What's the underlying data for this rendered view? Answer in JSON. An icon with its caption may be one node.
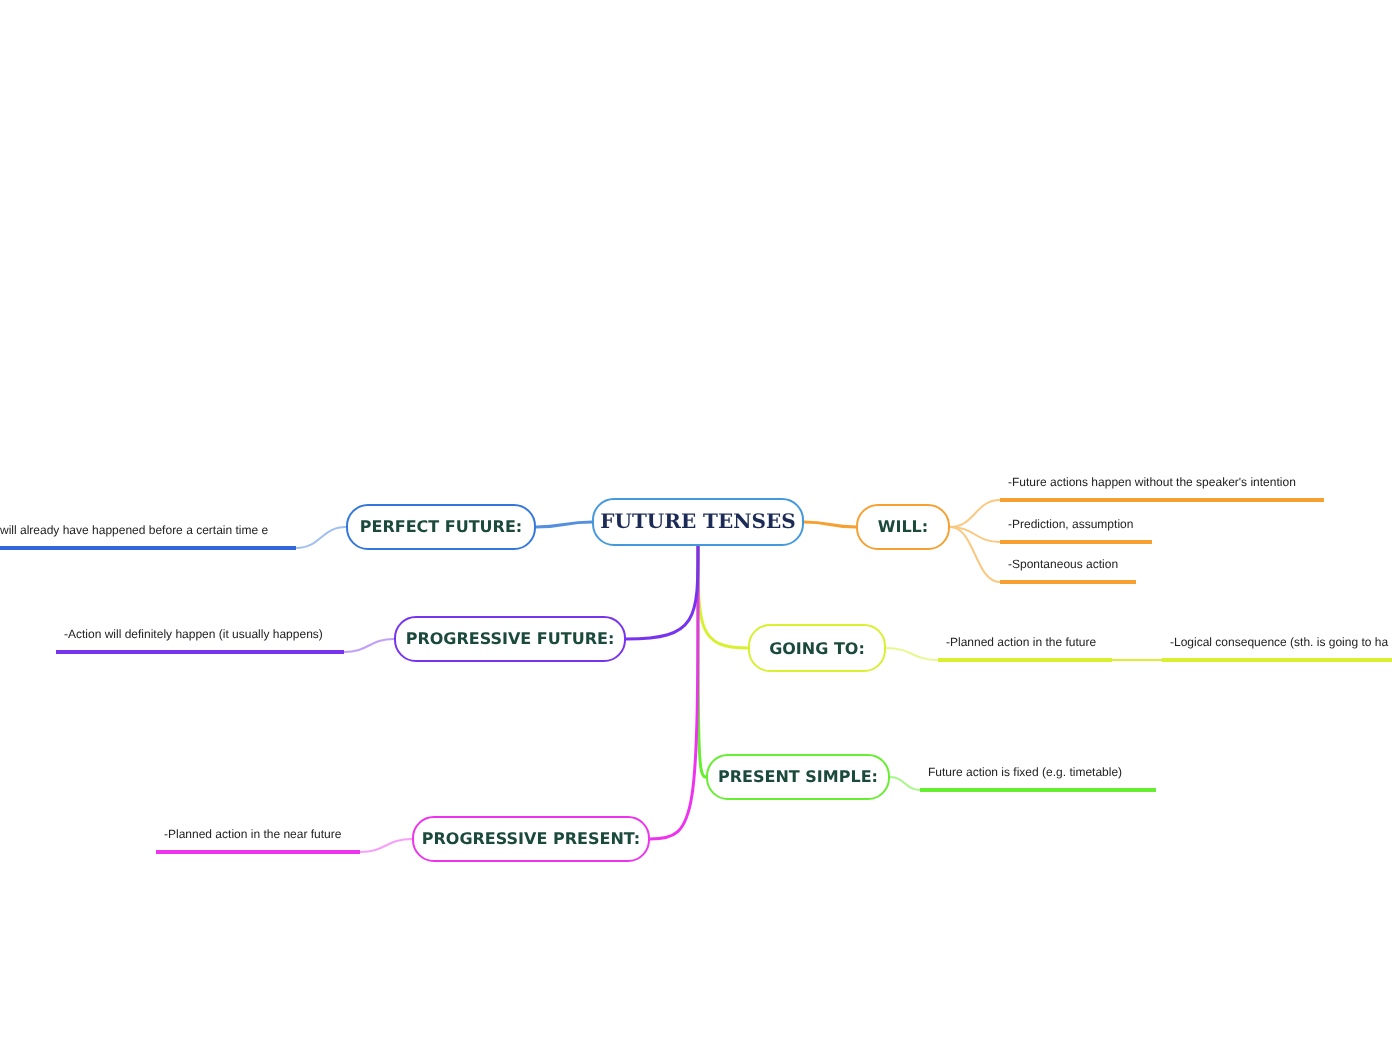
{
  "diagram": {
    "nodes": [
      {
        "text": [
          "FUTURE TENSES"
        ]
      },
      {
        "text": [
          "WILL:"
        ]
      },
      {
        "text": [
          "-Future actions happen without the speaker's intention"
        ]
      },
      {
        "text": [
          "-Prediction, assumption"
        ]
      },
      {
        "text": [
          "-Spontaneous action"
        ]
      },
      {
        "text": [
          "GOING TO:"
        ]
      },
      {
        "text": [
          "-Planned action in the future"
        ]
      },
      {
        "text": [
          "-Logical consequence (sth. is going to ha"
        ]
      },
      {
        "text": [
          "PRESENT SIMPLE:"
        ]
      },
      {
        "text": [
          "Future action is fixed (e.g. timetable)"
        ]
      },
      {
        "text": [
          "PROGRESSIVE PRESENT:"
        ]
      },
      {
        "text": [
          "-Planned action in the near future"
        ]
      },
      {
        "text": [
          "PROGRESSIVE FUTURE:"
        ]
      },
      {
        "text": [
          "-Action will definitely happen (it usually happens)"
        ]
      },
      {
        "text": [
          "PERFECT FUTURE:"
        ]
      },
      {
        "text": [
          "will already have happened before a certain time e"
        ]
      }
    ],
    "edges": [
      {
        "from": 0,
        "to": 1,
        "arrow": "none",
        "color": "#f5a030"
      },
      {
        "from": 1,
        "to": 2,
        "arrow": "none",
        "color": "#fbc880"
      },
      {
        "from": 1,
        "to": 3,
        "arrow": "none",
        "color": "#fbc880"
      },
      {
        "from": 1,
        "to": 4,
        "arrow": "none",
        "color": "#fbc880"
      },
      {
        "from": 0,
        "to": 5,
        "arrow": "none",
        "color": "#d8f030"
      },
      {
        "from": 5,
        "to": 6,
        "arrow": "none",
        "color": "#e8f890"
      },
      {
        "from": 6,
        "to": 7,
        "arrow": "none",
        "color": "#d8f030"
      },
      {
        "from": 0,
        "to": 8,
        "arrow": "none",
        "color": "#66ee33"
      },
      {
        "from": 8,
        "to": 9,
        "arrow": "none",
        "color": "#a8f888"
      },
      {
        "from": 0,
        "to": 10,
        "arrow": "none",
        "color": "#ee33ee"
      },
      {
        "from": 10,
        "to": 11,
        "arrow": "none",
        "color": "#f8a0f8"
      },
      {
        "from": 0,
        "to": 12,
        "arrow": "none",
        "color": "#7733ee"
      },
      {
        "from": 12,
        "to": 13,
        "arrow": "none",
        "color": "#c0a0f8"
      },
      {
        "from": 0,
        "to": 14,
        "arrow": "none",
        "color": "#5590e0"
      },
      {
        "from": 14,
        "to": 15,
        "arrow": "none",
        "color": "#a0c0f0"
      }
    ]
  }
}
